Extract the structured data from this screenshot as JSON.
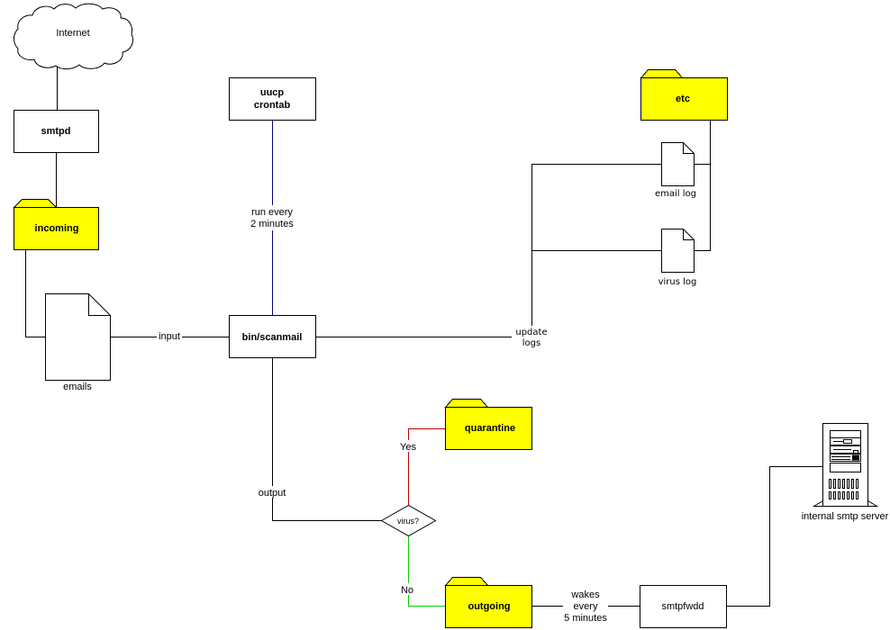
{
  "diagram": {
    "nodes": {
      "internet": {
        "label": "Internet",
        "shape": "cloud"
      },
      "smtpd": {
        "label": "smtpd",
        "shape": "process"
      },
      "incoming": {
        "label": "incoming",
        "shape": "folder"
      },
      "emails": {
        "label": "emails",
        "shape": "document"
      },
      "uucp_crontab": {
        "label_line1": "uucp",
        "label_line2": "crontab",
        "shape": "process"
      },
      "scanmail": {
        "label": "bin/scanmail",
        "shape": "process"
      },
      "etc": {
        "label": "etc",
        "shape": "folder"
      },
      "email_log": {
        "label": "email log",
        "shape": "document"
      },
      "virus_log": {
        "label": "virus log",
        "shape": "document"
      },
      "quarantine": {
        "label": "quarantine",
        "shape": "folder"
      },
      "virus_decision": {
        "label": "virus?",
        "shape": "decision"
      },
      "outgoing": {
        "label": "outgoing",
        "shape": "folder"
      },
      "smtpfwdd": {
        "label": "smtpfwdd",
        "shape": "process"
      },
      "internal_server": {
        "label": "internal smtp server",
        "shape": "server-icon"
      }
    },
    "edges": {
      "input": {
        "label": "input",
        "from": "emails",
        "to": "scanmail"
      },
      "cron": {
        "label_line1": "run every",
        "label_line2": "2 minutes",
        "from": "uucp_crontab",
        "to": "scanmail",
        "color": "#000080"
      },
      "update_logs": {
        "label_line1": "update",
        "label_line2": "logs",
        "from": "scanmail",
        "to": "etc"
      },
      "output": {
        "label": "output",
        "from": "scanmail",
        "to": "virus_decision"
      },
      "yes": {
        "label": "Yes",
        "from": "virus_decision",
        "to": "quarantine",
        "color": "#c00000"
      },
      "no": {
        "label": "No",
        "from": "virus_decision",
        "to": "outgoing",
        "color": "#00d000"
      },
      "wakes": {
        "label_line1": "wakes",
        "label_line2": "every",
        "label_line3": "5 minutes",
        "from": "outgoing",
        "to": "smtpfwdd"
      }
    },
    "colors": {
      "folder_fill": "#ffff00",
      "cron_line": "#000080",
      "yes_line": "#c00000",
      "no_line": "#00d000"
    }
  }
}
